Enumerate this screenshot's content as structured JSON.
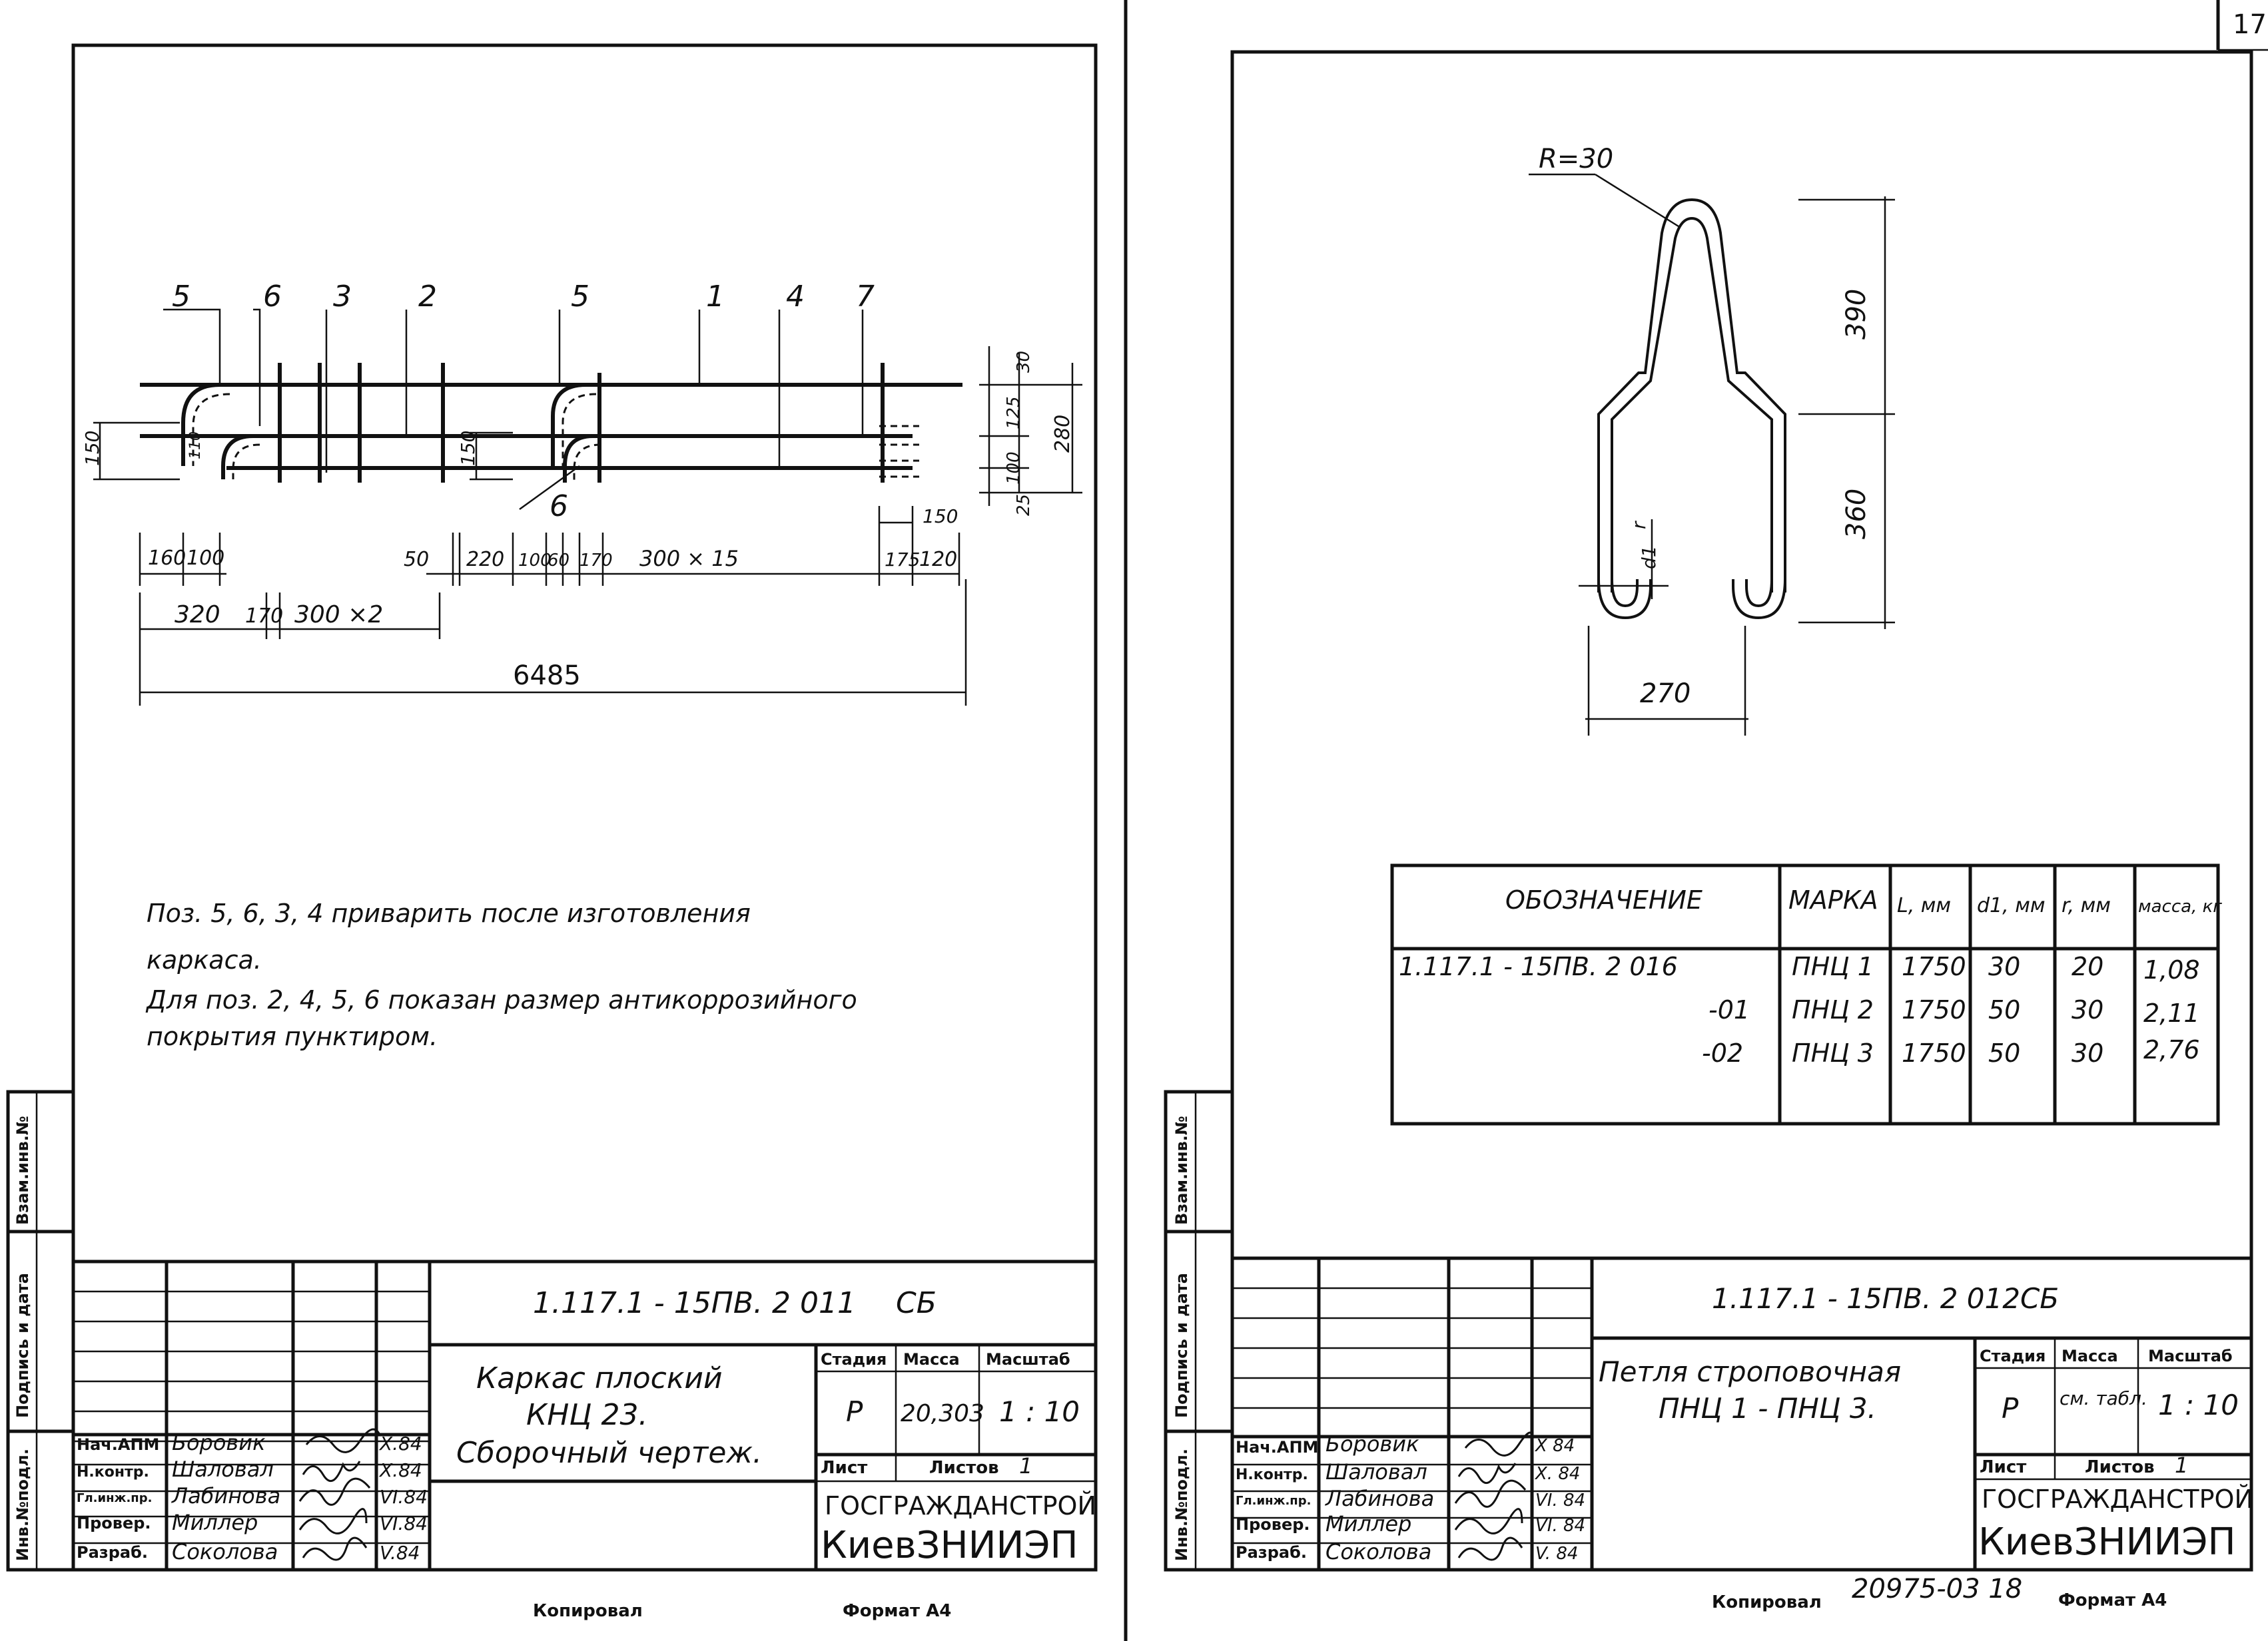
{
  "page_number": "17",
  "footer": {
    "left_copy": "Копировал",
    "left_format": "Формат А4",
    "right_copy": "Копировал",
    "right_format": "Формат А4",
    "archive_number": "20975-03 18"
  },
  "side_strip": {
    "vzam": "Взам.инв.№",
    "podpis": "Подпись и дата",
    "inv": "Инв.№подл."
  },
  "left_sheet": {
    "callouts": [
      "5",
      "6",
      "3",
      "2",
      "5",
      "1",
      "4",
      "7",
      "6"
    ],
    "dims": {
      "d150": "150",
      "d110": "110",
      "d150b": "150",
      "d30": "30",
      "d125": "125",
      "d100": "100",
      "d25": "25",
      "d280": "280",
      "d160": "160",
      "d100b": "100",
      "d320": "320",
      "d170": "170",
      "d300x2": "300 ×2",
      "d50": "50",
      "d220": "220",
      "d100c": "100",
      "d60": "60",
      "d170b": "170",
      "d300x15": "300 × 15",
      "d150c": "150",
      "d175": "175",
      "d120": "120",
      "d6485": "6485"
    },
    "notes": [
      "Поз. 5, 6, 3, 4 приварить после изготовления",
      "каркаса.",
      "Для поз. 2, 4, 5, 6 показан размер антикоррозийного",
      "покрытия пунктиром."
    ],
    "title_block": {
      "designation": "1.117.1 - 15ПВ. 2 011",
      "doc_code": "СБ",
      "title_lines": [
        "Каркас плоский",
        "КНЦ 23.",
        "Сборочный чертеж."
      ],
      "stage_label": "Стадия",
      "mass_label": "Масса",
      "scale_label": "Масштаб",
      "stage": "Р",
      "mass": "20,303",
      "scale": "1 : 10",
      "sheet_label": "Лист",
      "sheets_label": "Листов",
      "sheets": "1",
      "org1": "ГОСГРАЖДАНСТРОЙ",
      "org2": "КиевЗНИИЭП",
      "roles": [
        "Нач.АПМ",
        "Н.контр.",
        "Гл.инж.пр.",
        "Провер.",
        "Разраб."
      ],
      "names": [
        "Боровик",
        "Шаловал",
        "Лабинова",
        "Миллер",
        "Соколова"
      ],
      "dates": [
        "X.84",
        "X.84",
        "VI.84",
        "VI.84",
        "V.84"
      ]
    }
  },
  "right_sheet": {
    "radius": "R=30",
    "dims": {
      "d390": "390",
      "d360": "360",
      "d270": "270",
      "r": "r",
      "d1": "d1"
    },
    "spec_table": {
      "headers": [
        "ОБОЗНАЧЕНИЕ",
        "МАРКА",
        "L, мм",
        "d1, мм",
        "r, мм",
        "масса, кг"
      ],
      "rows": [
        [
          "1.117.1 - 15ПВ. 2 016",
          "ПНЦ 1",
          "1750",
          "30",
          "20",
          "1,08"
        ],
        [
          "-01",
          "ПНЦ 2",
          "1750",
          "50",
          "30",
          "2,11"
        ],
        [
          "-02",
          "ПНЦ 3",
          "1750",
          "50",
          "30",
          "2,76"
        ]
      ]
    },
    "title_block": {
      "designation": "1.117.1 - 15ПВ. 2 012СБ",
      "title_lines": [
        "Петля строповочная",
        "ПНЦ 1 - ПНЦ 3."
      ],
      "stage_label": "Стадия",
      "mass_label": "Масса",
      "scale_label": "Масштаб",
      "stage": "Р",
      "mass": "см. табл.",
      "scale": "1 : 10",
      "sheet_label": "Лист",
      "sheets_label": "Листов",
      "sheets": "1",
      "org1": "ГОСГРАЖДАНСТРОЙ",
      "org2": "КиевЗНИИЭП",
      "roles": [
        "Нач.АПМ",
        "Н.контр.",
        "Гл.инж.пр.",
        "Провер.",
        "Разраб."
      ],
      "names": [
        "Боровик",
        "Шаловал",
        "Лабинова",
        "Миллер",
        "Соколова"
      ],
      "dates": [
        "X 84",
        "X. 84",
        "VI. 84",
        "VI. 84",
        "V. 84"
      ]
    }
  }
}
